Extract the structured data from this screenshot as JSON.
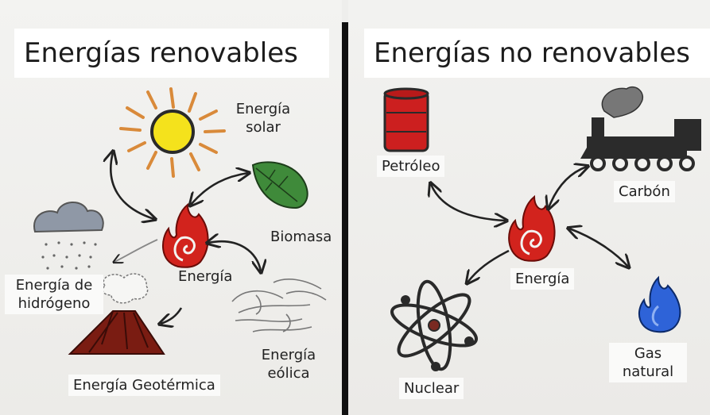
{
  "left_panel": {
    "title": "Energías renovables",
    "center_label": "Energía",
    "labels": {
      "solar": "Energía solar",
      "biomasa": "Biomasa",
      "hidrogeno": "Energía de hidrógeno",
      "geotermica": "Energía Geotérmica",
      "eolica": "Energía eólica"
    }
  },
  "right_panel": {
    "title": "Energías no renovables",
    "center_label": "Energía",
    "labels": {
      "petroleo": "Petróleo",
      "carbon": "Carbón",
      "nuclear": "Nuclear",
      "gas": "Gas natural"
    }
  },
  "colors": {
    "divider": "#111111",
    "sun": "#f4e21c",
    "rays": "#d98a3a",
    "flame": "#d2231d",
    "leaf": "#3f8a3a",
    "barrel": "#cc1f1f",
    "gas_flame": "#2e63d8",
    "volcano": "#7a1c12",
    "cloud": "#8f98a6"
  }
}
